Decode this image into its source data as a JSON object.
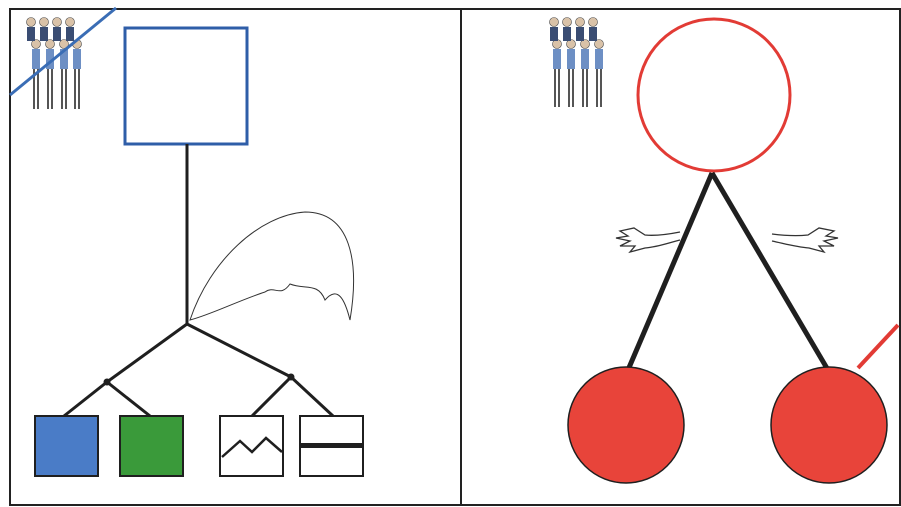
{
  "figure": {
    "panels": [
      {
        "id": "left",
        "icons": [
          "people-group-icon",
          "strike-line-icon",
          "speech-bubble-icon"
        ],
        "root_node": {
          "shape": "square",
          "fill": "none",
          "stroke": "#2f5ea8"
        },
        "leaf_nodes": [
          {
            "shape": "square",
            "fill": "#4a7cc7",
            "pattern": "solid"
          },
          {
            "shape": "square",
            "fill": "#3a9a3a",
            "pattern": "solid"
          },
          {
            "shape": "square",
            "fill": "#ffffff",
            "pattern": "zigzag"
          },
          {
            "shape": "square",
            "fill": "#ffffff",
            "pattern": "horizontal-bar"
          }
        ]
      },
      {
        "id": "right",
        "icons": [
          "people-group-icon",
          "reaching-hand-icon",
          "strike-line-icon"
        ],
        "root_node": {
          "shape": "circle",
          "fill": "none",
          "stroke": "#e23b35"
        },
        "leaf_nodes": [
          {
            "shape": "circle",
            "fill": "#e8443a"
          },
          {
            "shape": "circle",
            "fill": "#e8443a"
          }
        ]
      }
    ],
    "colors": {
      "line": "#1f1f1f",
      "blue": "#2f5ea8",
      "red": "#e23b35"
    }
  }
}
